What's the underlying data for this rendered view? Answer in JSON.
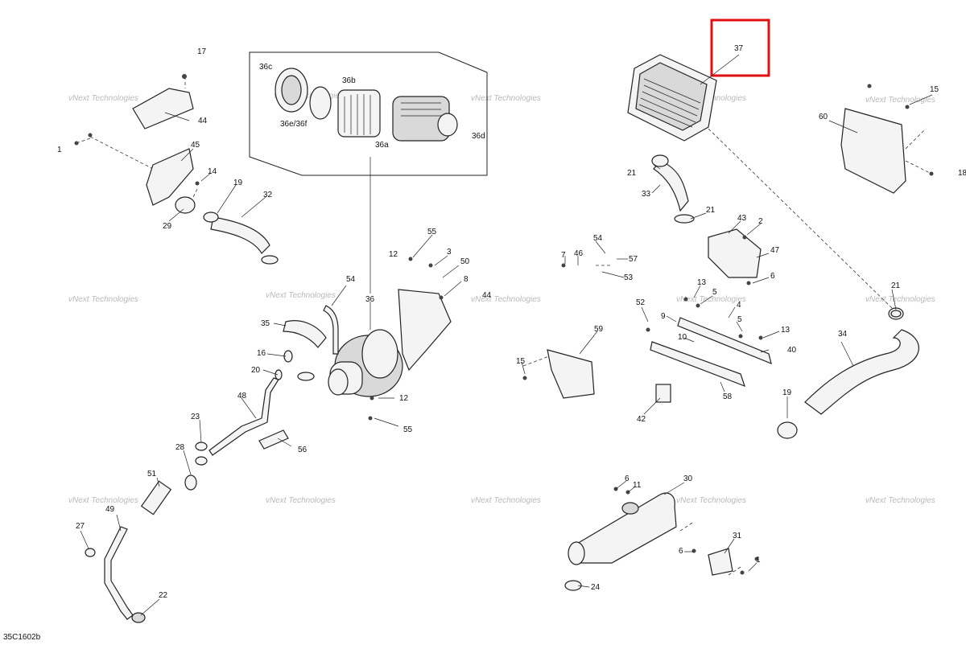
{
  "figure_code": "35C1602b",
  "watermark": "vNext Technologies",
  "highlight_color": "#e01010",
  "callouts": {
    "c1a": "1",
    "c1b": "1",
    "c2": "2",
    "c3": "3",
    "c4": "4",
    "c5a": "5",
    "c5b": "5",
    "c6a": "6",
    "c6b": "6",
    "c6c": "6",
    "c7": "7",
    "c8": "8",
    "c9": "9",
    "c10": "10",
    "c11": "11",
    "c12a": "12",
    "c12b": "12",
    "c13a": "13",
    "c13b": "13",
    "c14": "14",
    "c15a": "15",
    "c15b": "15",
    "c16": "16",
    "c17": "17",
    "c18": "18",
    "c19a": "19",
    "c19b": "19",
    "c20": "20",
    "c21a": "21",
    "c21b": "21",
    "c21c": "21",
    "c22": "22",
    "c23": "23",
    "c24": "24",
    "c27": "27",
    "c28": "28",
    "c29": "29",
    "c30": "30",
    "c31": "31",
    "c32": "32",
    "c33": "33",
    "c34": "34",
    "c35": "35",
    "c36": "36",
    "c36a": "36a",
    "c36b": "36b",
    "c36c": "36c",
    "c36d": "36d",
    "c36ef": "36e/36f",
    "c37": "37",
    "c40": "40",
    "c42": "42",
    "c43": "43",
    "c44a": "44",
    "c44b": "44",
    "c45": "45",
    "c46": "46",
    "c47": "47",
    "c48": "48",
    "c49": "49",
    "c50": "50",
    "c51": "51",
    "c52": "52",
    "c53": "53",
    "c54a": "54",
    "c54b": "54",
    "c55a": "55",
    "c55b": "55",
    "c56": "56",
    "c57": "57",
    "c58": "58",
    "c59": "59",
    "c60": "60"
  }
}
